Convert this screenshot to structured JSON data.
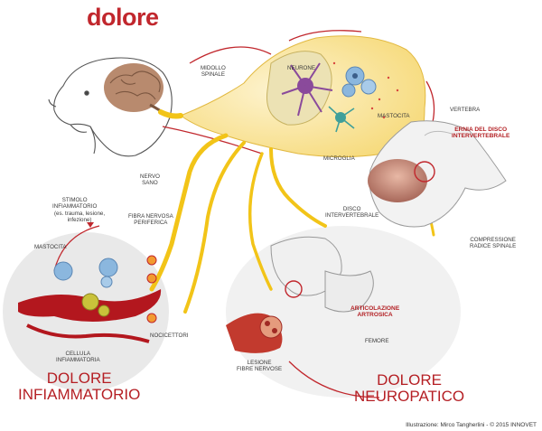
{
  "title": "dolore",
  "labels": {
    "midollo_spinale": "MIDOLLO\nSPINALE",
    "neurone": "NEURONE",
    "mastocita_top": "MASTOCITA",
    "microglia": "MICROGLIA",
    "vertebra": "VERTEBRA",
    "ernia": "ERNIA DEL DISCO\nINTERVERTEBRALE",
    "nervo_sano": "NERVO\nSANO",
    "disco": "DISCO\nINTERVERTEBRALE",
    "compressione": "COMPRESSIONE\nRADICE SPINALE",
    "stimolo": "STIMOLO\nINFIAMMATORIO",
    "stimolo_examples": "(es. trauma, lesione,\ninfezione)",
    "fibra_periferica": "FIBRA NERVOSA\nPERIFERICA",
    "mastocita_left": "MASTOCITA",
    "articolazione": "ARTICOLAZIONE\nARTROSICA",
    "cellula": "CELLULA\nINFIAMMATORIA",
    "nocicettori": "NOCICETTORI",
    "femore": "FEMORE",
    "lesione": "LESIONE\nFIBRE NERVOSE"
  },
  "categories": {
    "infiammatorio": "DOLORE\nINFIAMMATORIO",
    "neuropatico": "DOLORE\nNEUROPATICO"
  },
  "credit": "Illustrazione: Mirco Tangherlini - © 2015 INNOVET",
  "colors": {
    "accent_red": "#c1272d",
    "nerve_yellow": "#f2c418",
    "spine_cream": "#fbe9b0",
    "blood_red": "#b3171e"
  }
}
